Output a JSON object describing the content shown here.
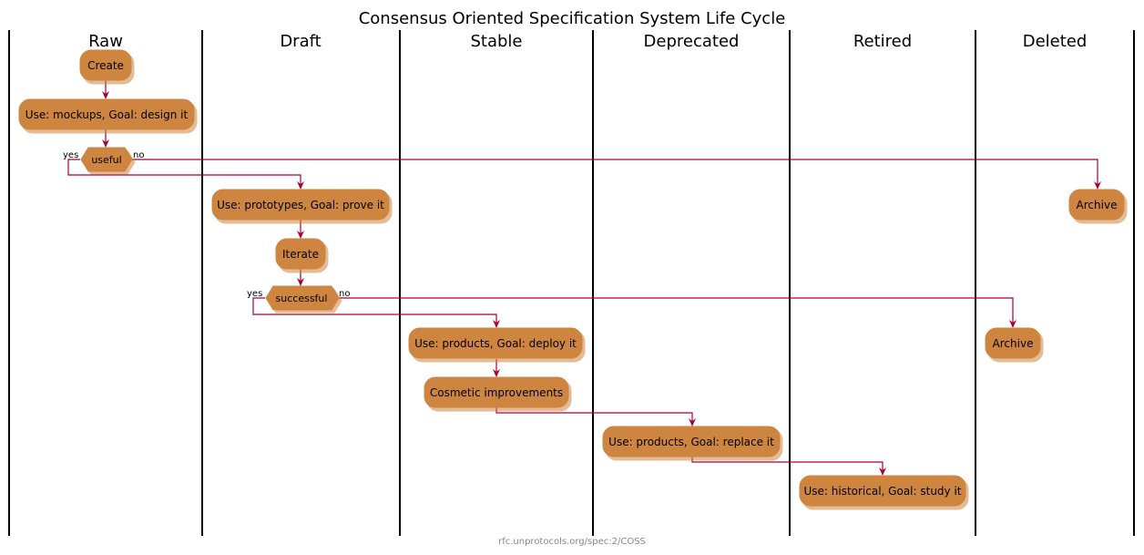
{
  "title": "Consensus Oriented Specification System Life Cycle",
  "lanes": [
    "Raw",
    "Draft",
    "Stable",
    "Deprecated",
    "Retired",
    "Deleted"
  ],
  "nodes": {
    "create": "Create",
    "raw_use": "Use: mockups, Goal: design it",
    "draft_use": "Use: prototypes, Goal: prove it",
    "iterate": "Iterate",
    "stable_use": "Use: products, Goal: deploy it",
    "cosmetic": "Cosmetic improvements",
    "deprecated_use": "Use: products, Goal: replace it",
    "retired_use": "Use: historical, Goal: study it",
    "archive_1": "Archive",
    "archive_2": "Archive"
  },
  "decisions": {
    "useful": {
      "label": "useful",
      "yes": "yes",
      "no": "no"
    },
    "successful": {
      "label": "successful",
      "yes": "yes",
      "no": "no"
    }
  },
  "footer": "rfc.unprotocols.org/spec:2/COSS",
  "colors": {
    "node_fill": "#CD853F",
    "edge": "#A80036",
    "footer_text": "#888888"
  }
}
